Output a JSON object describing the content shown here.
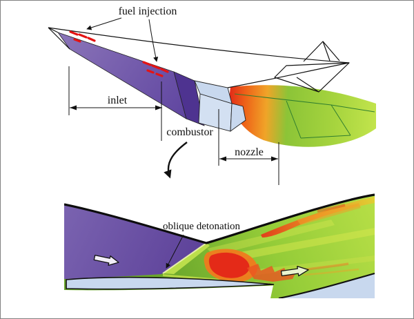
{
  "figure": {
    "background": "#ffffff",
    "border_color": "#808080"
  },
  "labels": {
    "fuel_injection": "fuel injection",
    "inlet": "inlet",
    "combustor": "combustor",
    "nozzle": "nozzle",
    "oblique_detonation": "oblique detonation"
  },
  "colors": {
    "freestream_purple": "#6f55a6",
    "freestream_purple_dark": "#543a92",
    "duct_purple_dark": "#4e3390",
    "surface_blue": "#c8d8ee",
    "detonation_red": "#e42a18",
    "exhaust_orange": "#f08222",
    "exhaust_green": "#8cc437",
    "exhaust_yellow_green": "#c6e24c",
    "outline_black": "#111111",
    "nozzle_wireframe_green": "#2f7d2f",
    "fuel_mark_red": "#e41414"
  },
  "icons": {
    "flow_direction_arrow": "⇨",
    "zoom_callout_arrow": "curved arrow",
    "dimension_arrow": "↔",
    "leader_arrow": "→"
  }
}
